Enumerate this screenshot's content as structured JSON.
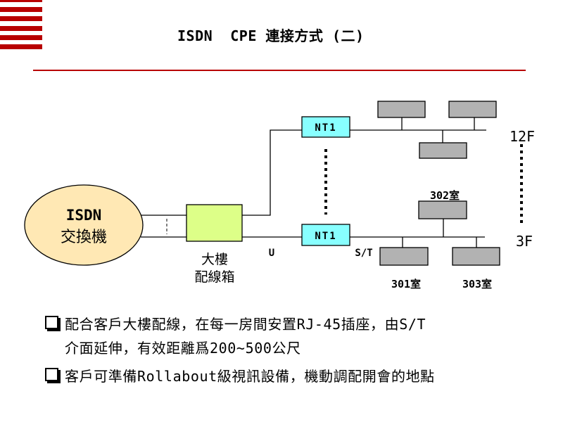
{
  "slide": {
    "title": "ISDN  CPE 連接方式 (二)",
    "accent_color": "#B80000",
    "decoration_icon": "red-stripes-icon"
  },
  "diagram": {
    "switch": {
      "line1": "ISDN",
      "line2": "交換機",
      "fill": "#FFE8B4"
    },
    "wiring_box": {
      "label_line1": "大樓",
      "label_line2": "配線箱",
      "fill": "#DDFF88"
    },
    "interfaces": {
      "u": "U",
      "st": "S/T"
    },
    "nt1_top": {
      "label": "NT1",
      "fill": "#88FFFF"
    },
    "nt1_bottom": {
      "label": "NT1",
      "fill": "#88FFFF"
    },
    "floors": {
      "top": "12F",
      "bottom": "3F"
    },
    "rooms": {
      "room_302": "302室",
      "room_301": "301室",
      "room_303": "303室"
    },
    "device_fill": "#B2B2B2"
  },
  "bullets": [
    {
      "icon": "hollow-square-bullet-icon",
      "text": "配合客戶大樓配線，在每一房間安置RJ-45插座，由S/T\n介面延伸，有效距離爲200~500公尺"
    },
    {
      "icon": "hollow-square-bullet-icon",
      "text": "客戶可準備Rollabout級視訊設備，機動調配開會的地點"
    }
  ]
}
